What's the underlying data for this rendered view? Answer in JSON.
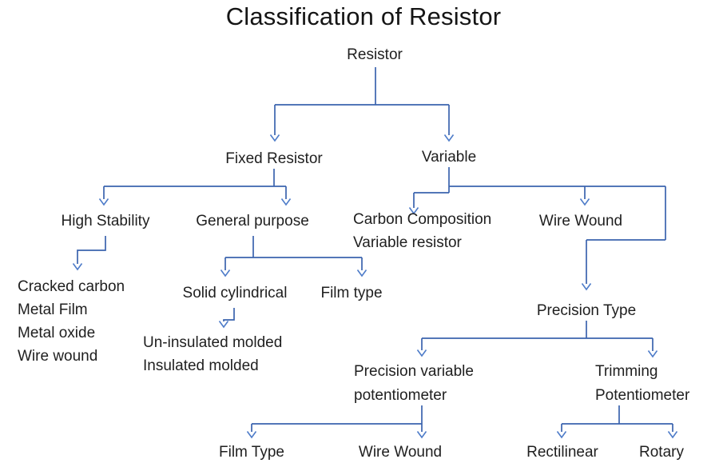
{
  "title": "Classification of Resistor",
  "colors": {
    "line": "#3B64AE",
    "arrow": "#4E7CC9",
    "text": "#1F1F1F"
  },
  "nodes": {
    "root": "Resistor",
    "fixed": "Fixed Resistor",
    "variable": "Variable",
    "high_stability": "High Stability",
    "general_purpose": "General purpose",
    "carbon_composition": [
      "Carbon Composition",
      "Variable resistor"
    ],
    "wire_wound": "Wire Wound",
    "high_stability_types": [
      "Cracked carbon",
      "Metal Film",
      "Metal oxide",
      "Wire wound"
    ],
    "solid_cylindrical": "Solid cylindrical",
    "film_type": "Film type",
    "molded_types": [
      "Un-insulated molded",
      "Insulated molded"
    ],
    "precision_type": "Precision Type",
    "precision_variable": [
      "Precision variable",
      "potentiometer"
    ],
    "trimming": [
      "Trimming",
      "Potentiometer"
    ],
    "film_type_bottom": "Film Type",
    "wire_wound_bottom": "Wire Wound",
    "rectilinear": "Rectilinear",
    "rotary": "Rotary"
  }
}
